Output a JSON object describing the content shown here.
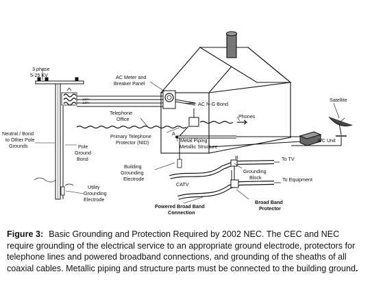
{
  "labels": {
    "three_phase": "3 phase",
    "kv": "5-25 KV",
    "ac_meter": "AC Meter and",
    "breaker_panel": "Breaker Panel",
    "ac_ng_bond": "AC N-G Bond",
    "telephone": "Telephone",
    "office": "Office",
    "phones": "Phones",
    "primary_tel": "Primary Telephone",
    "protector_nid": "Protector (NID)",
    "neutral_bond": "Neutral / Bond",
    "to_other_pole": "to Other Pole",
    "grounds": "Grounds",
    "pole": "Pole",
    "ground": "Ground",
    "bond": "Bond",
    "utility": "Utility",
    "grounding": "Grounding",
    "electrode": "Electrode",
    "building": "Building",
    "grounding2": "Grounding",
    "electrode2": "Electrode",
    "metal_piping": "Metal Piping",
    "metallic_structure": "Metallic Structure",
    "marker_a": "A",
    "marker_b": "B",
    "satellite": "Satellite",
    "ac_unit": "A/C Unit",
    "to_tv": "To TV",
    "grounding_block_1": "Grounding",
    "grounding_block_2": "Block",
    "to_equipment": "To Equipment",
    "catv": "CATV",
    "powered_bb_1": "Powered Broad Band",
    "powered_bb_2": "Connection",
    "bb_protector_1": "Broad Band",
    "bb_protector_2": "Protector",
    "v120a": "120V",
    "v120b": "120V"
  },
  "caption": {
    "figure": "Figure 3:",
    "text": "Basic Grounding and Protection Required by 2002 NEC. The CEC and NEC require grounding of the electrical service to an appropriate ground electrode, protectors for telephone lines and powered broadband connections, and grounding of the sheaths of all coaxial cables.  Metallic piping and structure parts must be connected to the building ground",
    "end": "."
  }
}
